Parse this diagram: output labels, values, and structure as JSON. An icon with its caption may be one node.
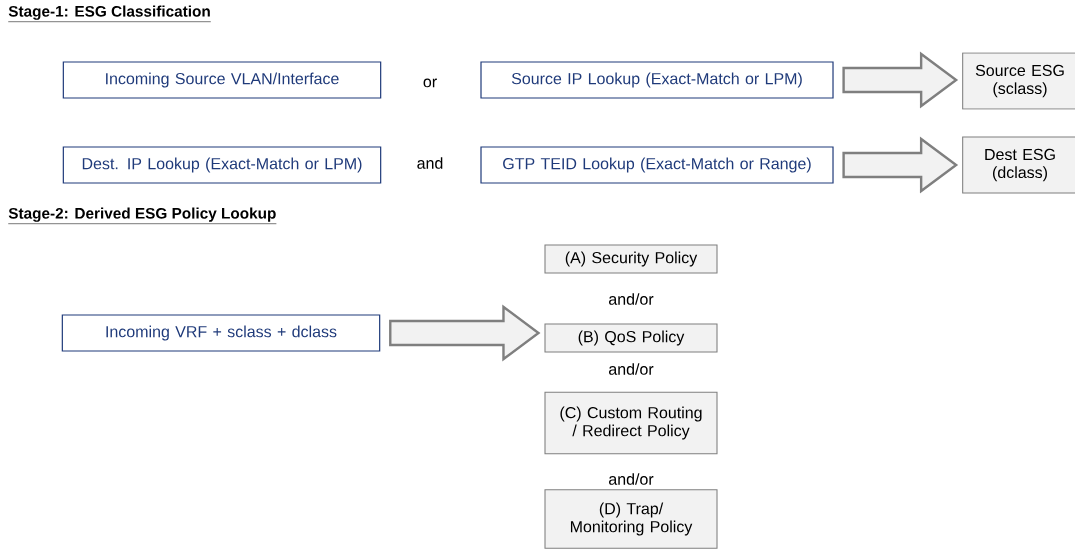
{
  "diagram": {
    "nodes": [
      {
        "text": [
          "Incoming Source VLAN/Interface"
        ]
      },
      {
        "text": [
          "Source IP Lookup (Exact-Match or LPM)"
        ]
      },
      {
        "text": [
          "Source ESG (sclass)"
        ]
      },
      {
        "text": [
          "Dest. IP Lookup (Exact-Match or LPM)"
        ]
      },
      {
        "text": [
          "GTP TEID Lookup (Exact-Match or Range)"
        ]
      },
      {
        "text": [
          "Dest ESG (dclass)"
        ]
      },
      {
        "text": [
          "Incoming VRF + sclass + dclass"
        ]
      },
      {
        "text": [
          "(A) Security Policy"
        ]
      },
      {
        "text": [
          "(B) QoS Policy"
        ]
      },
      {
        "text": [
          "(C) Custom Routing / Redirect Policy"
        ]
      },
      {
        "text": [
          "(D) Trap/ Monitoring Policy"
        ]
      }
    ],
    "edges": [
      {
        "from": 1,
        "to": 2,
        "arrow": "to"
      },
      {
        "from": 4,
        "to": 5,
        "arrow": "to"
      },
      {
        "from": 6,
        "to": 8,
        "arrow": "to"
      }
    ],
    "labels": [
      "Stage-1: ESG Classification",
      "or",
      "and",
      "Stage-2: Derived ESG Policy Lookup",
      "and/or",
      "and/or",
      "and/or"
    ]
  }
}
